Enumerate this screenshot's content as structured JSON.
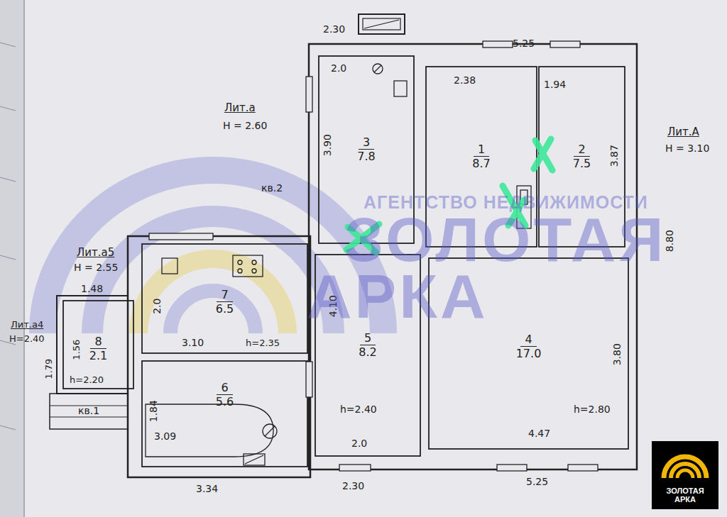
{
  "diagram": {
    "nodes": [
      {
        "text": [
          "1",
          "8.7"
        ]
      },
      {
        "text": [
          "2",
          "7.5"
        ]
      },
      {
        "text": [
          "3",
          "7.8"
        ]
      },
      {
        "text": [
          "4",
          "17.0"
        ]
      },
      {
        "text": [
          "5",
          "8.2"
        ]
      },
      {
        "text": [
          "6",
          "5.6"
        ]
      },
      {
        "text": [
          "7",
          "6.5"
        ]
      },
      {
        "text": [
          "8",
          "2.1"
        ]
      },
      {
        "text": [
          "ЗОЛОТАЯ АРКА"
        ]
      }
    ],
    "labels": [
      "2.30",
      "5.25",
      "Лит.а",
      "Н = 2.60",
      "Лит.А",
      "Н = 3.10",
      "кв.2",
      "Лит.а5",
      "Н = 2.55",
      "1.48",
      "Лит.а4",
      "Н=2.40",
      "кв.1",
      "2.0",
      "3.90",
      "2.38",
      "1.94",
      "3.87",
      "8.80",
      "2.0",
      "3.10",
      "h=2.35",
      "1.56",
      "1.79",
      "h=2.20",
      "1.84",
      "3.09",
      "4.10",
      "h=2.40",
      "2.0",
      "3.80",
      "4.47",
      "h=2.80",
      "3.34",
      "2.30",
      "5.25",
      "АГЕНТСТВО НЕДВИЖИМОСТИ",
      "ЗОЛОТАЯ",
      "АРКА"
    ]
  }
}
